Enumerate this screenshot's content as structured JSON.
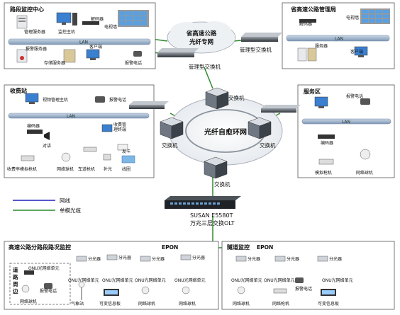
{
  "sections": {
    "road_monitor_center": "路段监控中心",
    "provincial_bureau": "省高速公路管理局",
    "toll_station": "收费站",
    "service_area": "服务区",
    "expressway_monitor": "高速公路分路段路况监控",
    "tunnel_monitor": "隧道监控",
    "roadside": "道路周边"
  },
  "center": {
    "backbone": [
      "省高速公路",
      "光纤专网"
    ],
    "ring": "光纤自愈环网",
    "switch_label": "交换机",
    "managed_switch": "管理型交换机",
    "olt_model": "SUSAN E5580T",
    "olt_desc": "万兆三层交换OLT"
  },
  "legend": {
    "network_cable": "网线",
    "single_mode_fiber": "单模光缆"
  },
  "labels": {
    "lan": "LAN",
    "decoder": "解码器",
    "tv_wall": "电视墙",
    "mgmt_server": "管理服务器",
    "monitor_host": "监控主机",
    "alarm_server": "报警服务器",
    "storage_server": "存储服务器",
    "client_pc": "客户端",
    "alarm_phone": "报警电话",
    "server": "服务器",
    "video_mgmt_host": "视频管理主机",
    "encoder": "编码器",
    "intercom": "对讲",
    "toll_analog_cam": "收费亭模拟枪机",
    "network_dome": "网络球机",
    "plate_cam": "车道枪机",
    "fill_light": "补光",
    "coil": "线圈",
    "toll_mgmt_terminal": [
      "收费管",
      "理终端"
    ],
    "card_reader": "发卡",
    "analog_cam": "模拟枪机",
    "epon": "EPON",
    "splitter": "分光器",
    "onu": "ONU光网络单元",
    "weather_station": "气象站",
    "info_board": "可变信息板",
    "network_cam": "网络枪机"
  },
  "colors": {
    "network_cable": "#2222bb",
    "fiber": "#2e8b2e",
    "lan_bar": "#8fa8c4"
  }
}
